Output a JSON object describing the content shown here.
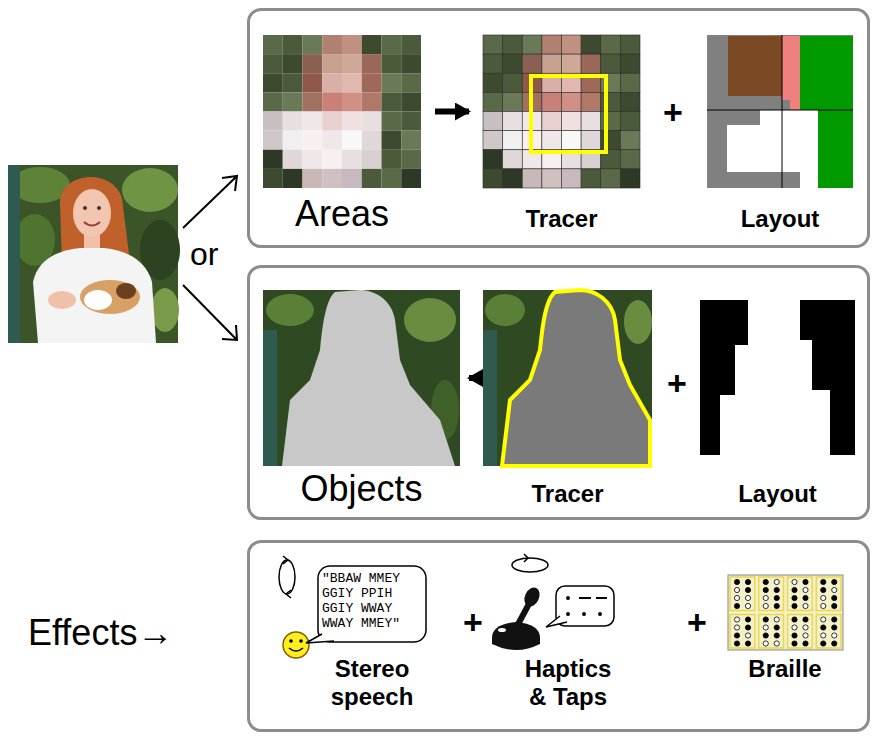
{
  "diagram": {
    "nodes": [
      {
        "text": [
          "+"
        ]
      },
      {
        "text": [
          "Areas"
        ],
        "in": 0
      },
      {
        "text": [
          "Tracer"
        ],
        "in": 0
      },
      {
        "text": [
          "Layout"
        ],
        "in": 0
      },
      {
        "text": [
          "+"
        ]
      },
      {
        "text": [
          "Objects"
        ],
        "in": 4
      },
      {
        "text": [
          "Tracer"
        ],
        "in": 4
      },
      {
        "text": [
          "Layout"
        ],
        "in": 4
      },
      {
        "text": [
          "+",
          "+"
        ]
      },
      {
        "text": [
          "\"BBAW MMEY GGIY PPIH GGIY WWAY WWAY MMEY\"",
          "Stereo speech"
        ],
        "in": 8
      },
      {
        "text": [
          "Haptics & Taps"
        ],
        "in": 8
      },
      {
        "text": [
          "Braille"
        ],
        "in": 8
      }
    ],
    "edges": [
      {
        "from": 1,
        "to": 2,
        "arrow": "to"
      },
      {
        "from": 5,
        "to": 6,
        "arrow": "to"
      }
    ],
    "labels": [
      "or",
      "Effects→"
    ]
  }
}
